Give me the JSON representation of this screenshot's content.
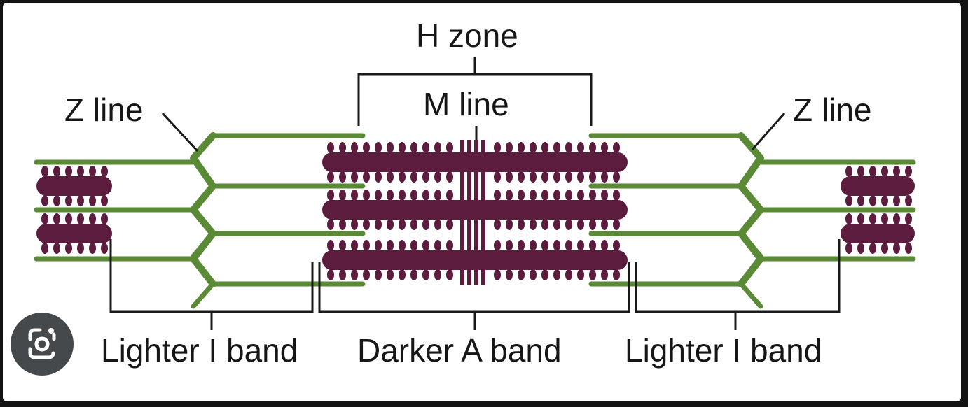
{
  "colors": {
    "thin_filament": "#5a8a36",
    "thick_filament": "#5b1c3e",
    "bracket": "#1a1a1a",
    "label_text": "#161616"
  },
  "labels": {
    "h_zone": "H zone",
    "m_line": "M line",
    "z_line_left": "Z line",
    "z_line_right": "Z line",
    "i_band_left": "Lighter I band",
    "a_band": "Darker A band",
    "i_band_right": "Lighter I band"
  },
  "overlay": {
    "lens_button_icon": "camera-lens-icon"
  }
}
